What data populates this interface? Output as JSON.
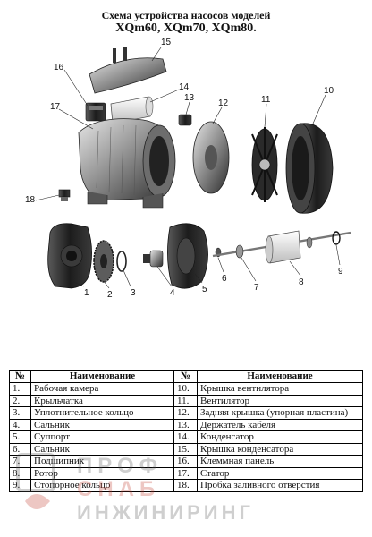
{
  "title_line1": "Схема устройства насосов моделей",
  "title_line2": "XQm60, XQm70, XQm80.",
  "callouts": [
    "1",
    "2",
    "3",
    "4",
    "5",
    "6",
    "7",
    "8",
    "9",
    "10",
    "11",
    "12",
    "13",
    "14",
    "15",
    "16",
    "17",
    "18"
  ],
  "table": {
    "headers": [
      "№",
      "Наименование",
      "№",
      "Наименование"
    ],
    "rows": [
      [
        "1.",
        "Рабочая камера",
        "10.",
        "Крышка вентилятора"
      ],
      [
        "2.",
        "Крыльчатка",
        "11.",
        "Вентилятор"
      ],
      [
        "3.",
        "Уплотнительное кольцо",
        "12.",
        "Задняя крышка (упорная пластина)"
      ],
      [
        "4.",
        "Сальник",
        "13.",
        "Держатель кабеля"
      ],
      [
        "5.",
        "Суппорт",
        "14.",
        "Конденсатор"
      ],
      [
        "6.",
        "Сальник",
        "15.",
        "Крышка конденсатора"
      ],
      [
        "7.",
        "Подшипник",
        "16.",
        "Клеммная панель"
      ],
      [
        "8.",
        "Ротор",
        "17.",
        "Статор"
      ],
      [
        "9.",
        "Стопорное кольцо",
        "18.",
        "Пробка заливного отверстия"
      ]
    ]
  },
  "watermark": {
    "line1": "ПРОФ",
    "line2": "СНАБ",
    "line3": "ИНЖИНИРИНГ",
    "accent_color": "#c0392b"
  }
}
